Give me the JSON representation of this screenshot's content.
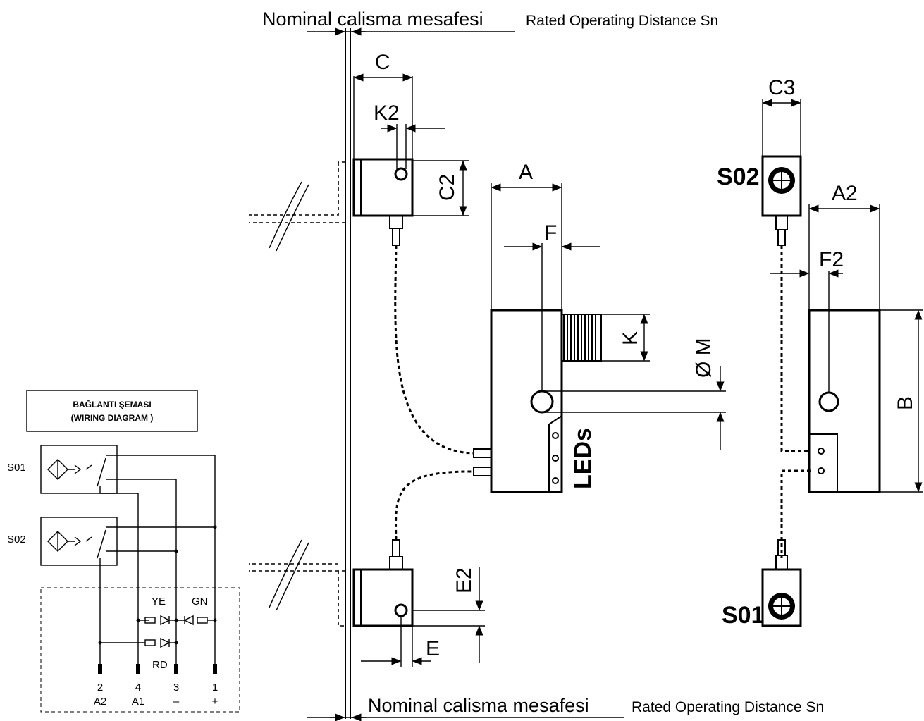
{
  "top_caption": {
    "tr": "Nominal calisma mesafesi",
    "en": "Rated Operating Distance Sn"
  },
  "bottom_caption": {
    "tr": "Nominal calisma mesafesi",
    "en": "Rated Operating Distance Sn"
  },
  "dimensions": {
    "C": "C",
    "K2": "K2",
    "C2": "C2",
    "A": "A",
    "F": "F",
    "K": "K",
    "M": "Ø M",
    "LEDs": "LEDs",
    "C3": "C3",
    "A2": "A2",
    "F2": "F2",
    "B": "B",
    "E2": "E2",
    "E": "E"
  },
  "sensors": {
    "s02": "S02",
    "s01": "S01"
  },
  "wiring": {
    "title_line1": "BAĞLANTI ŞEMASI",
    "title_line2": "(WIRING DIAGRAM )",
    "s01": "S01",
    "s02": "S02",
    "ye": "YE",
    "gn": "GN",
    "rd": "RD",
    "terminals": [
      {
        "num": "2",
        "label": "A2"
      },
      {
        "num": "4",
        "label": "A1"
      },
      {
        "num": "3",
        "label": "–"
      },
      {
        "num": "1",
        "label": "+"
      }
    ]
  }
}
